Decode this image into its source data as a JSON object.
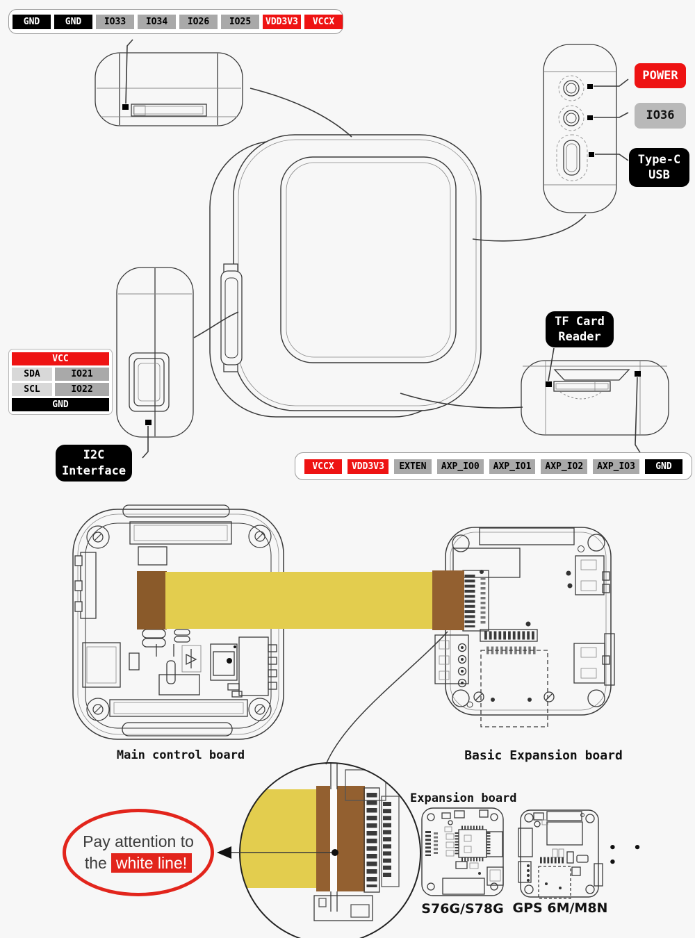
{
  "colors": {
    "accent_red": "#ee1313",
    "pin_gray": "#a9a9a9",
    "pin_black": "#000000",
    "ribbon_yellow": "#e3cd4e",
    "connector_brown": "#8a5a2a"
  },
  "top_pin_row": {
    "pins": [
      {
        "label": "GND",
        "type": "gnd"
      },
      {
        "label": "GND",
        "type": "gnd"
      },
      {
        "label": "IO33",
        "type": "io"
      },
      {
        "label": "IO34",
        "type": "io"
      },
      {
        "label": "IO26",
        "type": "io"
      },
      {
        "label": "IO25",
        "type": "io"
      },
      {
        "label": "VDD3V3",
        "type": "pwr"
      },
      {
        "label": "VCCX",
        "type": "pwr"
      }
    ]
  },
  "bottom_pin_row": {
    "pins": [
      {
        "label": "VCCX",
        "type": "pwr"
      },
      {
        "label": "VDD3V3",
        "type": "pwr"
      },
      {
        "label": "EXTEN",
        "type": "io"
      },
      {
        "label": "AXP_IO0",
        "type": "io"
      },
      {
        "label": "AXP_IO1",
        "type": "io"
      },
      {
        "label": "AXP_IO2",
        "type": "io"
      },
      {
        "label": "AXP_IO3",
        "type": "io"
      },
      {
        "label": "GND",
        "type": "gnd"
      }
    ]
  },
  "i2c_table": {
    "vcc": "VCC",
    "sda_name": "SDA",
    "sda_pin": "IO21",
    "scl_name": "SCL",
    "scl_pin": "IO22",
    "gnd": "GND"
  },
  "callouts": {
    "power": "POWER",
    "io36": "IO36",
    "typec_line1": "Type-C",
    "typec_line2": "USB",
    "tf_line1": "TF Card",
    "tf_line2": "Reader",
    "i2c_line1": "I2C",
    "i2c_line2": "Interface"
  },
  "captions": {
    "main_board": "Main control board",
    "basic_expansion_board": "Basic Expansion board",
    "expansion_board": "Expansion board",
    "s76g": "S76G/S78G",
    "gps": "GPS 6M/M8N",
    "more_boards": "• • •"
  },
  "annotation": {
    "line1": "Pay attention to",
    "line2_prefix": "the",
    "line2_highlight": "white line!"
  }
}
